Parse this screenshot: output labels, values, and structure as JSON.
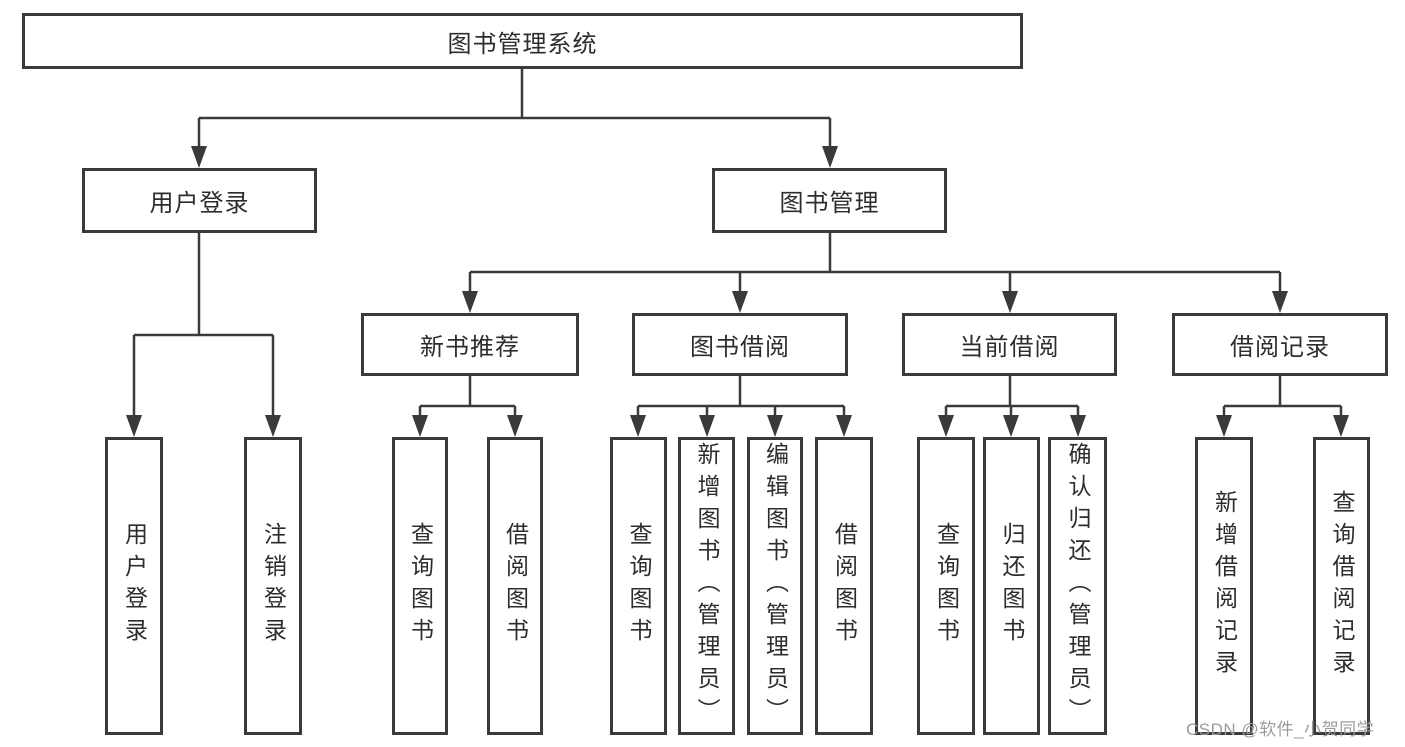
{
  "title": "图书管理系统",
  "colors": {
    "line": "#3a3a3a",
    "node_border": "#3a3a3a",
    "text": "#2d2d2d",
    "background": "#ffffff",
    "watermark": "#9c9c9c"
  },
  "watermark": {
    "text": "CSDN @软件_小贺同学"
  },
  "tree": {
    "root": {
      "label": "图书管理系统"
    },
    "branches": {
      "user_login": {
        "label": "用户登录",
        "children": {
          "user_login_leaf": "用户登录",
          "logout_leaf": "注销登录"
        }
      },
      "book_mgmt": {
        "label": "图书管理"
      }
    },
    "modules": {
      "new_book_rec": {
        "label": "新书推荐",
        "children": {
          "query_book": "查询图书",
          "borrow_book": "借阅图书"
        }
      },
      "book_borrow": {
        "label": "图书借阅",
        "children": {
          "query_book": "查询图书",
          "add_book": "新增图书（管理员）",
          "edit_book": "编辑图书（管理员）",
          "borrow_book": "借阅图书"
        }
      },
      "current_borrow": {
        "label": "当前借阅",
        "children": {
          "query_book": "查询图书",
          "return_book": "归还图书",
          "confirm_return": "确认归还（管理员）"
        }
      },
      "borrow_record": {
        "label": "借阅记录",
        "children": {
          "add_record": "新增借阅记录",
          "query_record": "查询借阅记录"
        }
      }
    }
  }
}
